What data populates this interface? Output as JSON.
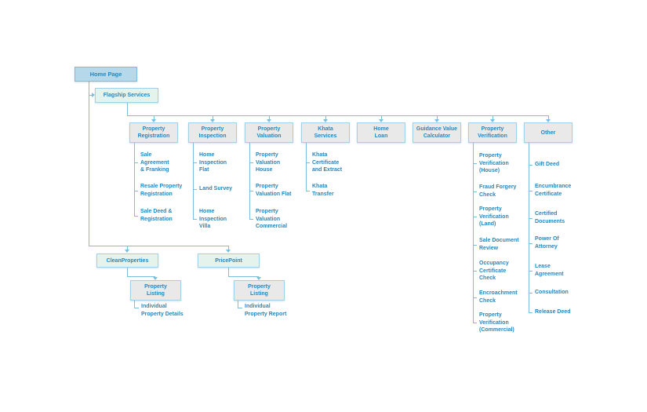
{
  "colors": {
    "text_blue": "#2787c0",
    "line_blue": "#7ebedd",
    "node_gray_fill": "#e9e9ea",
    "node_blue_fill": "#b5d9ea",
    "node_mint_fill": "#e4f3ec",
    "node_border_blue": "#a3d0e4"
  },
  "tree": {
    "root": {
      "label": "Home Page"
    },
    "flagship": {
      "label": "Flagship Services"
    },
    "categories": [
      {
        "label": "Property\nRegistration",
        "children": [
          "Sale\nAgreement\n& Franking",
          "Resale Property\nRegistration",
          "Sale Deed &\nRegistration"
        ]
      },
      {
        "label": "Property\nInspection",
        "children": [
          "Home\nInspection\nFlat",
          "Land Survey",
          "Home\nInspection\nVilla"
        ]
      },
      {
        "label": "Property\nValuation",
        "children": [
          "Property\nValuation\nHouse",
          "Property\nValuation Flat",
          "Property\nValuation\nCommercial"
        ]
      },
      {
        "label": "Khata\nServices",
        "children": [
          "Khata\nCertificate\nand Extract",
          "Khata\nTransfer"
        ]
      },
      {
        "label": "Home\nLoan",
        "children": []
      },
      {
        "label": "Guidance Value\nCalculator",
        "children": []
      },
      {
        "label": "Property\nVerification",
        "children": [
          "Property\nVerification\n(House)",
          "Fraud Forgery\nCheck",
          "Property\nVerification\n(Land)",
          "Sale Document\nReview",
          "Occupancy\nCertificate\nCheck",
          "Encroachment\nCheck",
          "Property\nVerification\n(Commercial)"
        ]
      },
      {
        "label": "Other",
        "children": [
          "Gift Deed",
          "Encumbrance\nCertificate",
          "Certified\nDocuments",
          "Power Of\nAttorney",
          "Lease\nAgreement",
          "Consultation",
          "Release Deed"
        ]
      }
    ],
    "portals": [
      {
        "label": "CleanProperties",
        "listing": "Property\nListing",
        "leaf": "Individual\nProperty Details"
      },
      {
        "label": "PricePoint",
        "listing": "Property\nListing",
        "leaf": "Individual\nProperty Report"
      }
    ]
  }
}
